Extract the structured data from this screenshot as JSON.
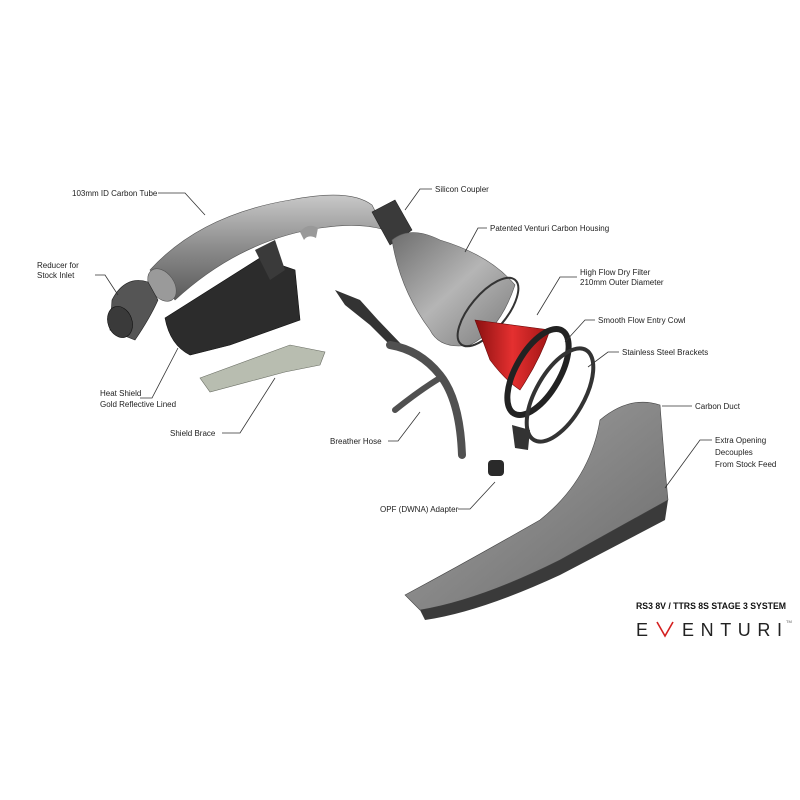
{
  "labels": {
    "carbon_tube": "103mm ID Carbon Tube",
    "silicon_coupler": "Silicon Coupler",
    "venturi_housing": "Patented Venturi Carbon Housing",
    "reducer_1": "Reducer for",
    "reducer_2": "Stock Inlet",
    "filter_1": "High Flow Dry Filter",
    "filter_2": "210mm Outer Diameter",
    "entry_cowl": "Smooth Flow Entry Cowl",
    "brackets": "Stainless Steel Brackets",
    "heat_shield_1": "Heat Shield",
    "heat_shield_2": "Gold Reflective Lined",
    "shield_brace": "Shield Brace",
    "breather_hose": "Breather Hose",
    "carbon_duct": "Carbon Duct",
    "extra_opening_1": "Extra Opening",
    "extra_opening_2": "Decouples",
    "extra_opening_3": "From Stock Feed",
    "opf_adapter": "OPF (DWNA) Adapter"
  },
  "title": "RS3 8V / TTRS 8S STAGE 3 SYSTEM",
  "logo": {
    "text": "EVENTURI",
    "trademark": "TM",
    "accent_color": "#d42020"
  },
  "colors": {
    "carbon_gray": "#8a8a8a",
    "filter_red": "#d61f1f",
    "black_parts": "#2a2a2a",
    "brace": "#b8bdb0"
  }
}
